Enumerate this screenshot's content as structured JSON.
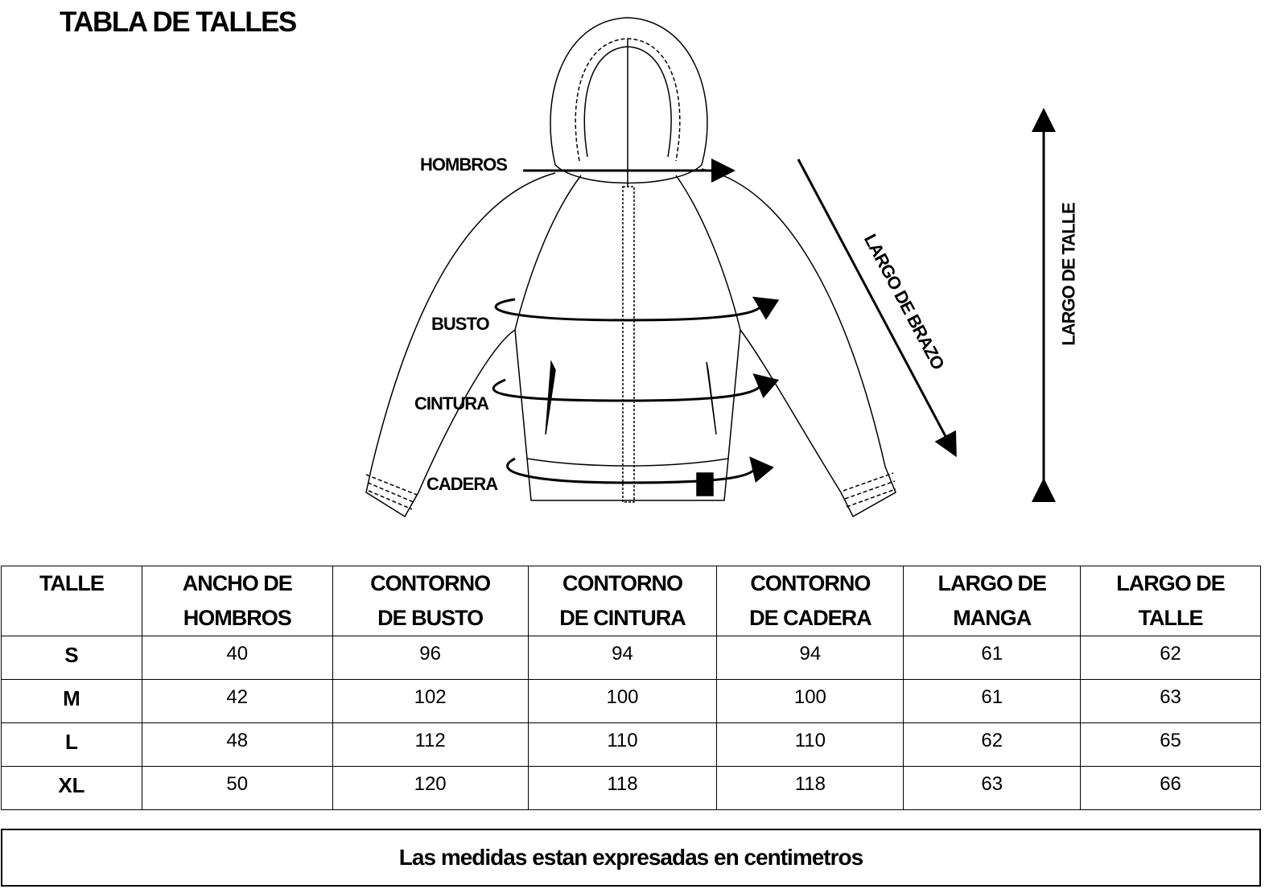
{
  "title": "TABLA DE TALLES",
  "diagram": {
    "hombros": "HOMBROS",
    "busto": "BUSTO",
    "cintura": "CINTURA",
    "cadera": "CADERA",
    "largo_brazo": "LARGO DE BRAZO",
    "largo_talle": "LARGO DE TALLE"
  },
  "table": {
    "headers": [
      [
        "TALLE",
        ""
      ],
      [
        "ANCHO DE",
        "HOMBROS"
      ],
      [
        "CONTORNO",
        "DE BUSTO"
      ],
      [
        "CONTORNO",
        "DE CINTURA"
      ],
      [
        "CONTORNO",
        "DE CADERA"
      ],
      [
        "LARGO DE",
        "MANGA"
      ],
      [
        "LARGO DE",
        "TALLE"
      ]
    ],
    "rows": [
      [
        "S",
        "40",
        "96",
        "94",
        "94",
        "61",
        "62"
      ],
      [
        "M",
        "42",
        "102",
        "100",
        "100",
        "61",
        "63"
      ],
      [
        "L",
        "48",
        "112",
        "110",
        "110",
        "62",
        "65"
      ],
      [
        "XL",
        "50",
        "120",
        "118",
        "118",
        "63",
        "66"
      ]
    ]
  },
  "footer": "Las medidas estan expresadas en centimetros"
}
